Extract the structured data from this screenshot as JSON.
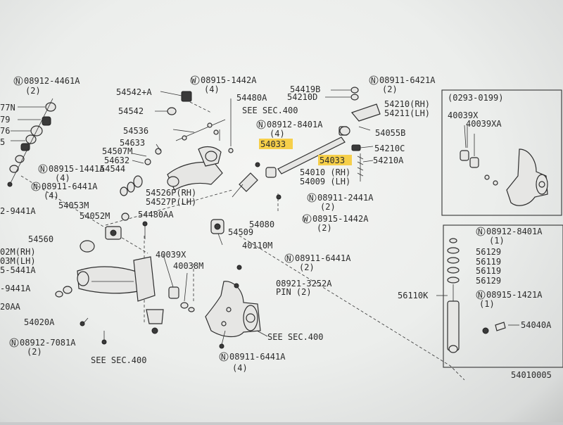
{
  "diagram_code": "54010005",
  "labels": {
    "n08912_4461a": "08912-4461A",
    "q2_a": "(2)",
    "l_77n": "77N",
    "l_79": "79",
    "l_76": "76",
    "l_5": "5",
    "n08915_1442a_top": "08915-1442A",
    "q4_a": "(4)",
    "l54480a": "54480A",
    "l54542a": "54542+A",
    "l54542": "54542",
    "see400_top": "SEE SEC.400",
    "n08912_8401a": "08912-8401A",
    "q4_b": "(4)",
    "l54536": "54536",
    "l54633": "54633",
    "l54507m": "54507M",
    "l54632": "54632",
    "l54544": "54544",
    "n08915_1441a": "08915-1441A",
    "q4_c": "(4)",
    "n08911_6441a_left": "08911-6441A",
    "q4_d": "(4)",
    "l54526p": "54526P(RH)",
    "l54527p": "54527P(LH)",
    "l54053m": "54053M",
    "l54052m": "54052M",
    "l54480aa": "54480AA",
    "l_9441a_top": "2-9441A",
    "l54419b": "54419B",
    "l54210d": "54210D",
    "n08911_6421a": "08911-6421A",
    "q2_b": "(2)",
    "l54210rh": "54210(RH)",
    "l54211lh": "54211(LH)",
    "l54055b": "54055B",
    "l54210c": "54210C",
    "l54033_a": "54033",
    "l54033_b": "54033",
    "l54210a": "54210A",
    "l54010": "54010 (RH)",
    "l54009": "54009 (LH)",
    "n08911_2441a": "08911-2441A",
    "q2_c": "(2)",
    "n08915_1442a_mid": "08915-1442A",
    "q2_d": "(2)",
    "l54509": "54509",
    "l54080": "54080",
    "l40110m": "40110M",
    "l54560": "54560",
    "l_02m": "02M(RH)",
    "l_03m": "03M(LH)",
    "l_5441a": "5-5441A",
    "l_9441a_bot": "-9441A",
    "l_20aa": "20AA",
    "l40039x": "40039X",
    "l40038m": "40038M",
    "n08911_6441a_mid": "08911-6441A",
    "q2_e": "(2)",
    "l08921": "08921-3252A",
    "pin2": "PIN (2)",
    "see400_mid": "SEE SEC.400",
    "l54020a": "54020A",
    "n08912_7081a": "08912-7081A",
    "q2_f": "(2)",
    "see400_bot": "SEE SEC.400",
    "n08911_6441a_bot": "08911-6441A",
    "q4_e": "(4)",
    "box1_range": "(0293-0199)",
    "box1_40039x": "40039X",
    "box1_40039xa": "40039XA",
    "box2_n08912": "08912-8401A",
    "box2_q1a": "(1)",
    "box2_56129a": "56129",
    "box2_56119a": "56119",
    "box2_56119b": "56119",
    "box2_56129b": "56129",
    "box2_56110k": "56110K",
    "box2_n08915": "08915-1421A",
    "box2_q1b": "(1)",
    "box2_54040a": "54040A"
  }
}
